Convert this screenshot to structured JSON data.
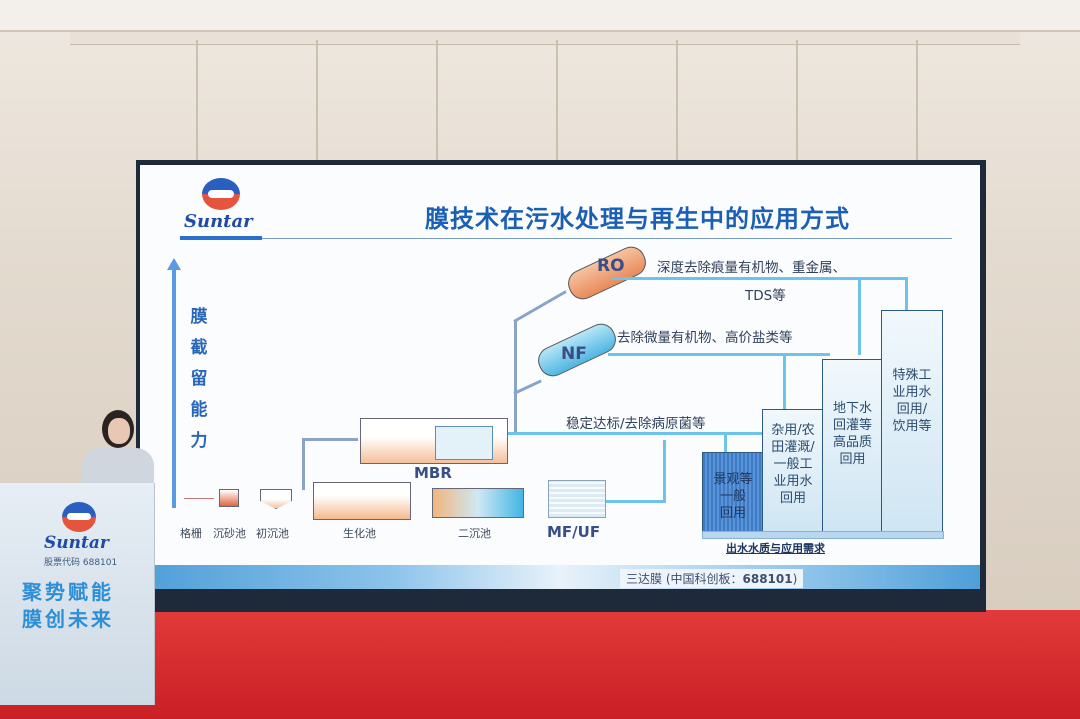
{
  "slide": {
    "brand": "Suntar",
    "title": "膜技术在污水处理与再生中的应用方式",
    "y_axis_label": [
      "膜",
      "截",
      "留",
      "能",
      "力"
    ],
    "membranes": {
      "ro": {
        "label": "RO",
        "desc_line1": "深度去除痕量有机物、重金属、",
        "desc_line2": "TDS等"
      },
      "nf": {
        "label": "NF",
        "desc": "去除微量有机物、高价盐类等"
      },
      "mbr": {
        "label": "MBR"
      },
      "mfuf": {
        "label": "MF/UF"
      }
    },
    "stable_desc": "稳定达标/去除病原菌等",
    "process_steps": [
      "格栅",
      "沉砂池",
      "初沉池",
      "生化池",
      "二沉池"
    ],
    "columns": [
      {
        "label": "景观等\n一般\n回用"
      },
      {
        "label": "杂用/农\n田灌溉/\n一般工\n业用水\n回用"
      },
      {
        "label": "地下水\n回灌等\n高品质\n回用"
      },
      {
        "label": "特殊工\n业用水\n回用/\n饮用等"
      }
    ],
    "x_axis_label": "出水水质与应用需求",
    "footer_prefix": "三达膜 (中国科创板：",
    "footer_code": "688101",
    "footer_suffix": ")"
  },
  "podium": {
    "brand": "Suntar",
    "stock_code": "股票代码 688101",
    "slogan_line1": "聚势赋能",
    "slogan_line2": "膜创未来"
  },
  "colors": {
    "title_blue": "#1b5fb5",
    "flow_cyan": "#6ec3ea",
    "ro_orange": "#e98a5a",
    "nf_blue": "#4fb6e2",
    "carpet_red": "#d12a2e"
  }
}
